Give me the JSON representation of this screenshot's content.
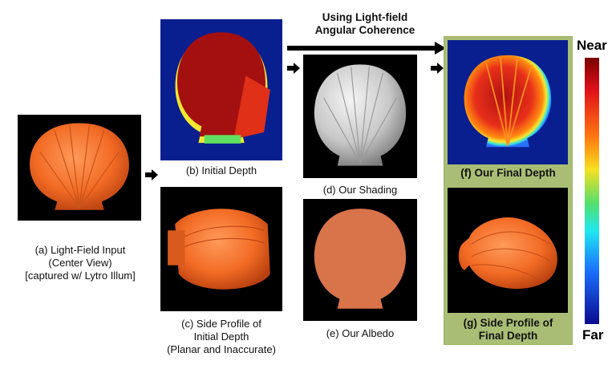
{
  "top_arrow_label": [
    "Using Light-field",
    "Angular Coherence"
  ],
  "panels": {
    "a": {
      "caption": [
        "(a) Light-Field Input",
        "(Center View)",
        "[captured w/ Lytro Illum]"
      ]
    },
    "b": {
      "caption": [
        "(b) Initial Depth"
      ]
    },
    "c": {
      "caption": [
        "(c) Side Profile of",
        "Initial Depth",
        "(Planar and Inaccurate)"
      ]
    },
    "d": {
      "caption": [
        "(d) Our Shading"
      ]
    },
    "e": {
      "caption": [
        "(e) Our Albedo"
      ]
    },
    "f": {
      "caption": [
        "(f) Our Final Depth"
      ]
    },
    "g": {
      "caption": [
        "(g) Side Profile of",
        "Final Depth"
      ]
    }
  },
  "colorbar": {
    "top_label": "Near",
    "bottom_label": "Far"
  },
  "colors": {
    "highlight_panel": "#a9be74",
    "shell_orange": "#f26b25",
    "depth_background": "#0a1f8f"
  }
}
